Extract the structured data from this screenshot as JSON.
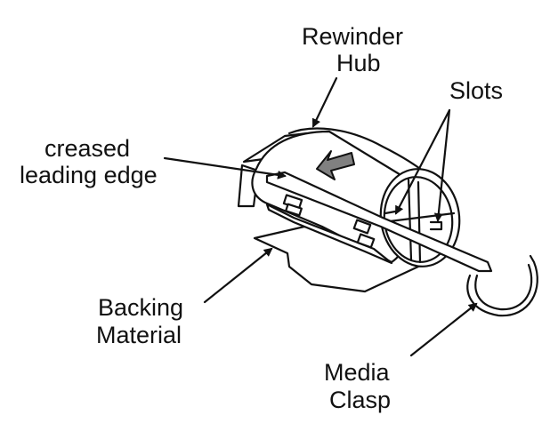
{
  "labels": {
    "rewinder_hub_line1": "Rewinder",
    "rewinder_hub_line2": "Hub",
    "slots": "Slots",
    "creased_line1": "creased",
    "creased_line2": "leading edge",
    "backing_line1": "Backing",
    "backing_line2": "Material",
    "clasp_line1": "Media",
    "clasp_line2": "Clasp"
  },
  "colors": {
    "ink": "#111111",
    "arrow_fill": "#808080",
    "background": "#ffffff"
  }
}
